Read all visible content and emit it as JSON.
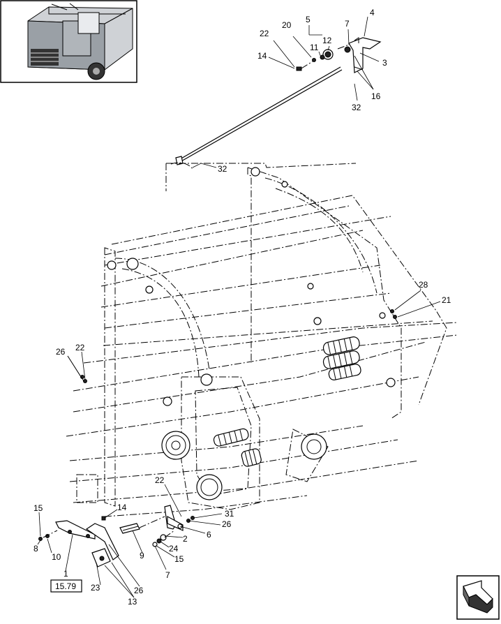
{
  "diagram": {
    "reference_box": "15.79",
    "callouts": [
      {
        "id": "c4",
        "text": "4"
      },
      {
        "id": "c5",
        "text": "5"
      },
      {
        "id": "c20",
        "text": "20"
      },
      {
        "id": "c22a",
        "text": "22"
      },
      {
        "id": "c7a",
        "text": "7"
      },
      {
        "id": "c11",
        "text": "11"
      },
      {
        "id": "c12",
        "text": "12"
      },
      {
        "id": "c3",
        "text": "3"
      },
      {
        "id": "c14a",
        "text": "14"
      },
      {
        "id": "c16",
        "text": "16"
      },
      {
        "id": "c32a",
        "text": "32"
      },
      {
        "id": "c32b",
        "text": "32"
      },
      {
        "id": "c28",
        "text": "28"
      },
      {
        "id": "c21",
        "text": "21"
      },
      {
        "id": "c26a",
        "text": "26"
      },
      {
        "id": "c22b",
        "text": "22"
      },
      {
        "id": "c22c",
        "text": "22"
      },
      {
        "id": "c14b",
        "text": "14"
      },
      {
        "id": "c31",
        "text": "31"
      },
      {
        "id": "c26b",
        "text": "26"
      },
      {
        "id": "c6",
        "text": "6"
      },
      {
        "id": "c2",
        "text": "2"
      },
      {
        "id": "c24",
        "text": "24"
      },
      {
        "id": "c15a",
        "text": "15"
      },
      {
        "id": "c15b",
        "text": "15"
      },
      {
        "id": "c9",
        "text": "9"
      },
      {
        "id": "c7b",
        "text": "7"
      },
      {
        "id": "c10",
        "text": "10"
      },
      {
        "id": "c8",
        "text": "8"
      },
      {
        "id": "c1",
        "text": "1"
      },
      {
        "id": "c26c",
        "text": "26"
      },
      {
        "id": "c23",
        "text": "23"
      },
      {
        "id": "c13",
        "text": "13"
      }
    ]
  }
}
